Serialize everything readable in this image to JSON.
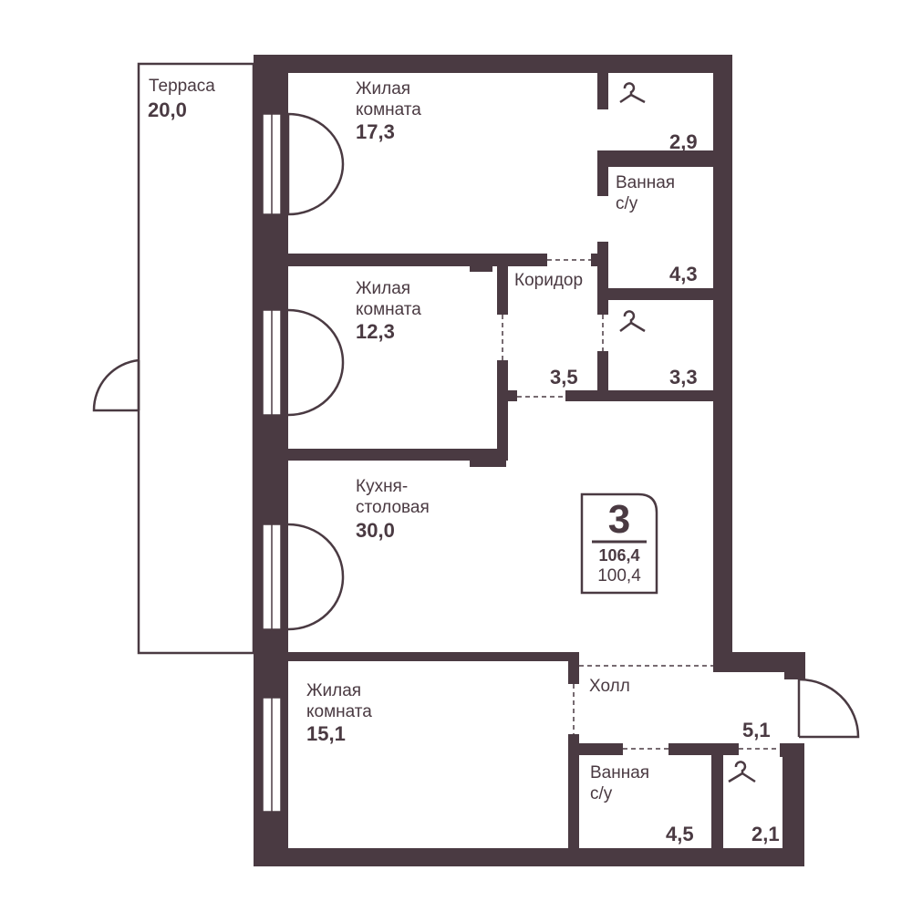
{
  "rooms": {
    "terrace": {
      "name": "Терраса",
      "area": "20,0"
    },
    "living1": {
      "name1": "Жилая",
      "name2": "комната",
      "area": "17,3"
    },
    "closet1": {
      "area": "2,9"
    },
    "bath1": {
      "name1": "Ванная",
      "name2": "с/у",
      "area": "4,3"
    },
    "living2": {
      "name1": "Жилая",
      "name2": "комната",
      "area": "12,3"
    },
    "corridor": {
      "name": "Коридор",
      "area": "3,5"
    },
    "closet2": {
      "area": "3,3"
    },
    "kitchen": {
      "name1": "Кухня-",
      "name2": "столовая",
      "area": "30,0"
    },
    "living3": {
      "name1": "Жилая",
      "name2": "комната",
      "area": "15,1"
    },
    "hall": {
      "name": "Холл",
      "area": "5,1"
    },
    "bath2": {
      "name1": "Ванная",
      "name2": "с/у",
      "area": "4,5"
    },
    "closet3": {
      "area": "2,1"
    }
  },
  "badge": {
    "rooms": "3",
    "total_area": "106,4",
    "living_area": "100,4"
  },
  "colors": {
    "wall": "#4a3a42"
  }
}
